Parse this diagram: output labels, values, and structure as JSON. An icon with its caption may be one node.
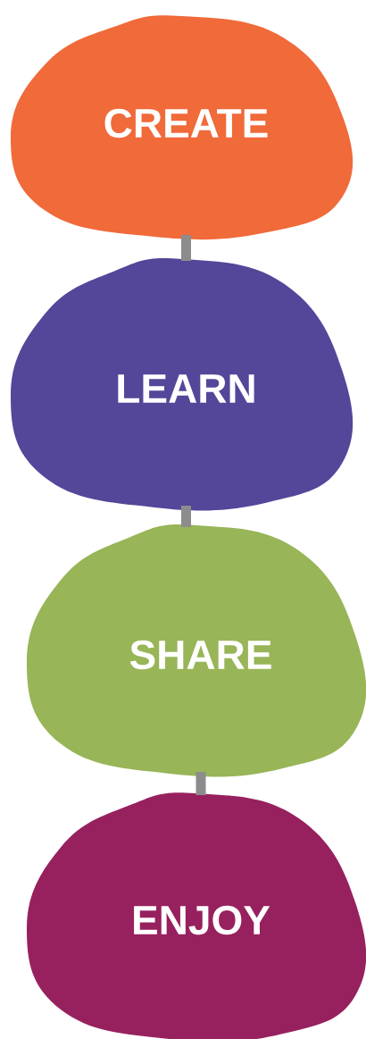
{
  "diagram": {
    "nodes": [
      {
        "text": [
          "CREATE"
        ]
      },
      {
        "text": [
          "LEARN"
        ]
      },
      {
        "text": [
          "SHARE"
        ]
      },
      {
        "text": [
          "ENJOY"
        ]
      }
    ],
    "edges": [
      {
        "from": 0,
        "to": 1,
        "arrow": "none"
      },
      {
        "from": 1,
        "to": 2,
        "arrow": "none"
      },
      {
        "from": 2,
        "to": 3,
        "arrow": "none"
      }
    ]
  }
}
